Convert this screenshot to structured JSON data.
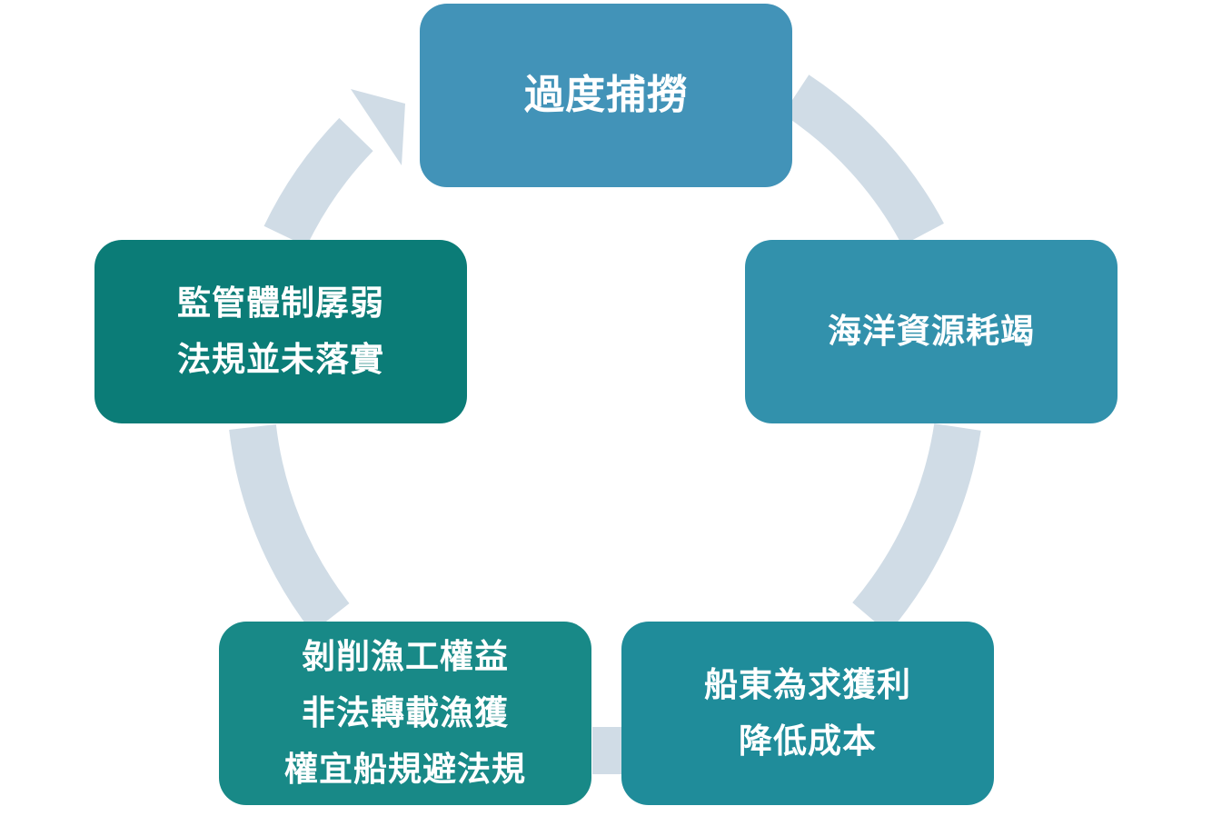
{
  "diagram": {
    "type": "cycle",
    "ring_color": "#d0dce6",
    "nodes": [
      {
        "id": "overfishing",
        "lines": [
          "過度捕撈"
        ],
        "color": "#4293b8"
      },
      {
        "id": "depletion",
        "lines": [
          "海洋資源耗竭"
        ],
        "color": "#3291ac"
      },
      {
        "id": "cost",
        "lines": [
          "船東為求獲利",
          "降低成本"
        ],
        "color": "#1f8c9a"
      },
      {
        "id": "labor",
        "lines": [
          "剝削漁工權益",
          "非法轉載漁獲",
          "權宜船規避法規"
        ],
        "color": "#188987"
      },
      {
        "id": "regulation",
        "lines": [
          "監管體制孱弱",
          "法規並未落實"
        ],
        "color": "#0b7c77"
      }
    ]
  }
}
